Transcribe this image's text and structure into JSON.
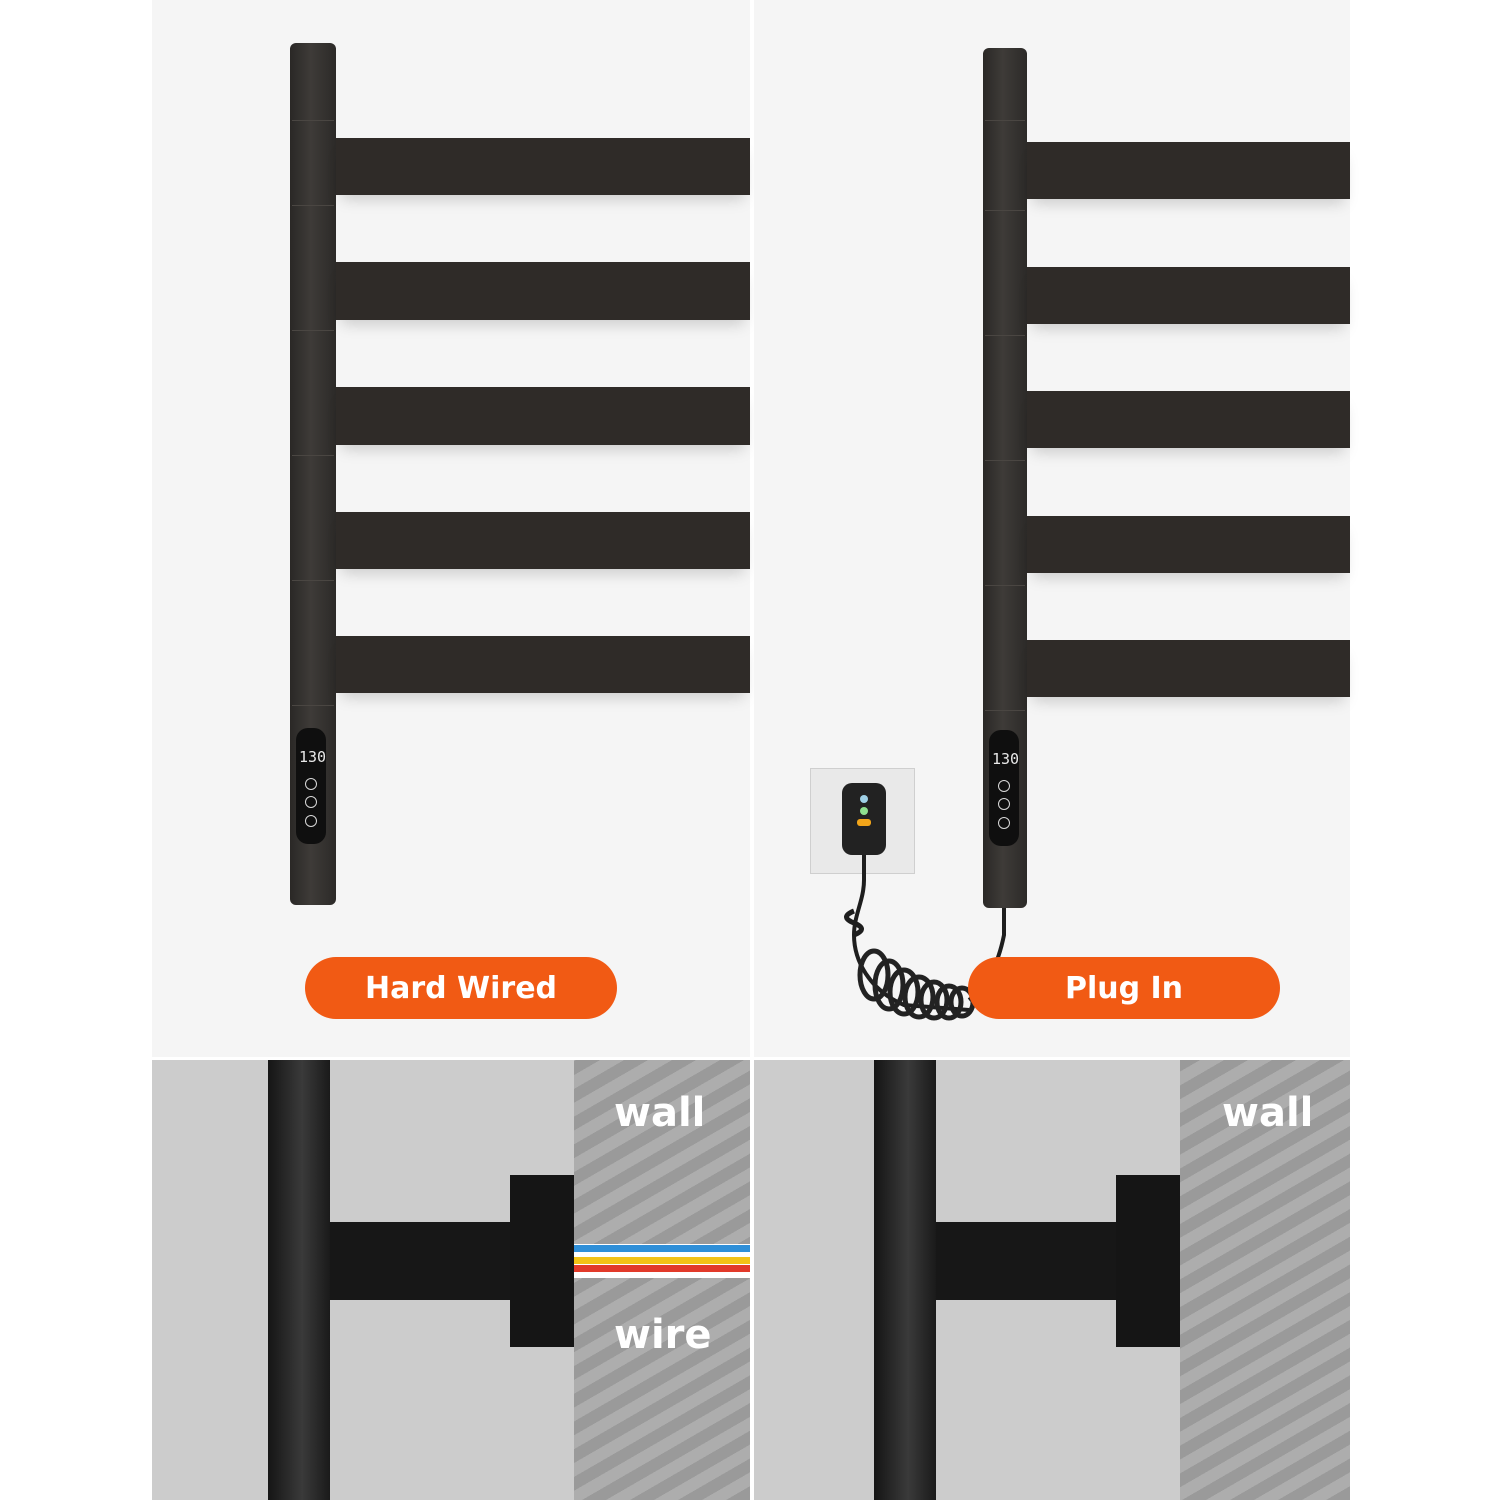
{
  "hard_wired": {
    "label": "Hard Wired",
    "display": "130",
    "section_labels": {
      "wall": "wall",
      "wire": "wire"
    },
    "wire_colors": [
      "#2f8fd8",
      "#f3c316",
      "#e23a2a"
    ]
  },
  "plug_in": {
    "label": "Plug In",
    "display": "130",
    "section_labels": {
      "wall": "wall"
    }
  },
  "colors": {
    "accent": "#f15a14",
    "rail": "#2f2b28",
    "background": "#f5f5f5",
    "section_background": "#cccccc"
  },
  "icons": [
    "timer-icon",
    "heat-level-icon",
    "power-icon",
    "wall-plug-icon",
    "coiled-cord-icon"
  ]
}
